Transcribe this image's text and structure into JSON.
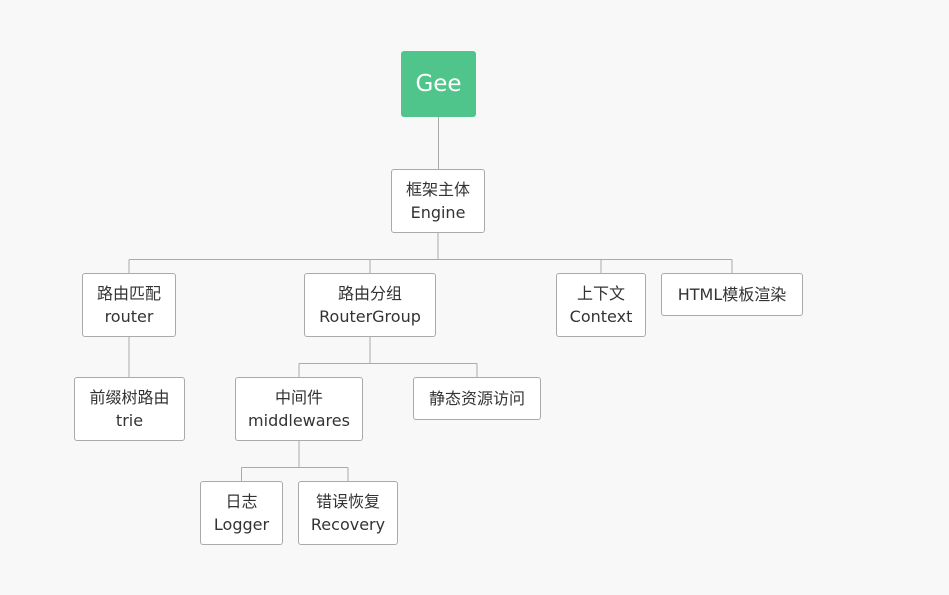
{
  "diagram": {
    "colors": {
      "background": "#f8f8f8",
      "root_fill": "#4fc48b",
      "root_text": "#ffffff",
      "node_fill": "#ffffff",
      "node_border": "#aaaaaa",
      "node_text": "#333333",
      "connector": "#aaaaaa"
    },
    "nodes": {
      "root": {
        "lines": [
          "Gee"
        ]
      },
      "engine": {
        "lines": [
          "框架主体",
          "Engine"
        ]
      },
      "router": {
        "lines": [
          "路由匹配",
          "router"
        ]
      },
      "router_group": {
        "lines": [
          "路由分组",
          "RouterGroup"
        ]
      },
      "context": {
        "lines": [
          "上下文",
          "Context"
        ]
      },
      "html_template": {
        "lines": [
          "HTML模板渲染"
        ]
      },
      "trie": {
        "lines": [
          "前缀树路由",
          "trie"
        ]
      },
      "middlewares": {
        "lines": [
          "中间件",
          "middlewares"
        ]
      },
      "static_files": {
        "lines": [
          "静态资源访问"
        ]
      },
      "logger": {
        "lines": [
          "日志",
          "Logger"
        ]
      },
      "recovery": {
        "lines": [
          "错误恢复",
          "Recovery"
        ]
      }
    },
    "edges": [
      [
        "root",
        "engine"
      ],
      [
        "engine",
        "router"
      ],
      [
        "engine",
        "router_group"
      ],
      [
        "engine",
        "context"
      ],
      [
        "engine",
        "html_template"
      ],
      [
        "router",
        "trie"
      ],
      [
        "router_group",
        "middlewares"
      ],
      [
        "router_group",
        "static_files"
      ],
      [
        "middlewares",
        "logger"
      ],
      [
        "middlewares",
        "recovery"
      ]
    ]
  }
}
